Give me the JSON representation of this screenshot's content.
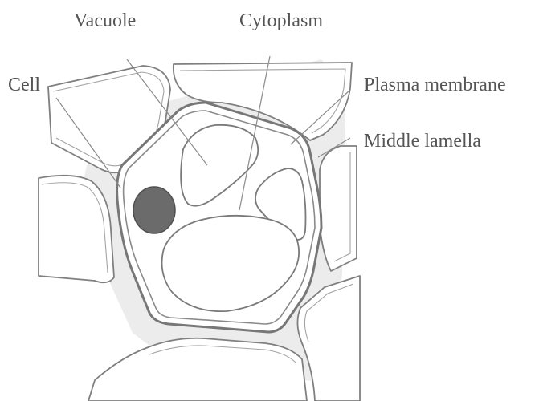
{
  "diagram": {
    "labels": {
      "vacuole": "Vacuole",
      "cytoplasm": "Cytoplasm",
      "cell": "Cell",
      "plasma_membrane": "Plasma membrane",
      "middle_lamella": "Middle lamella"
    }
  },
  "colors": {
    "background": "#ffffff",
    "tissue_fill": "#ececec",
    "wall_stroke": "#7f7f7f",
    "nucleus": "#6b6b6b",
    "label_text": "#555555",
    "leader_line": "#8a8a8a"
  }
}
